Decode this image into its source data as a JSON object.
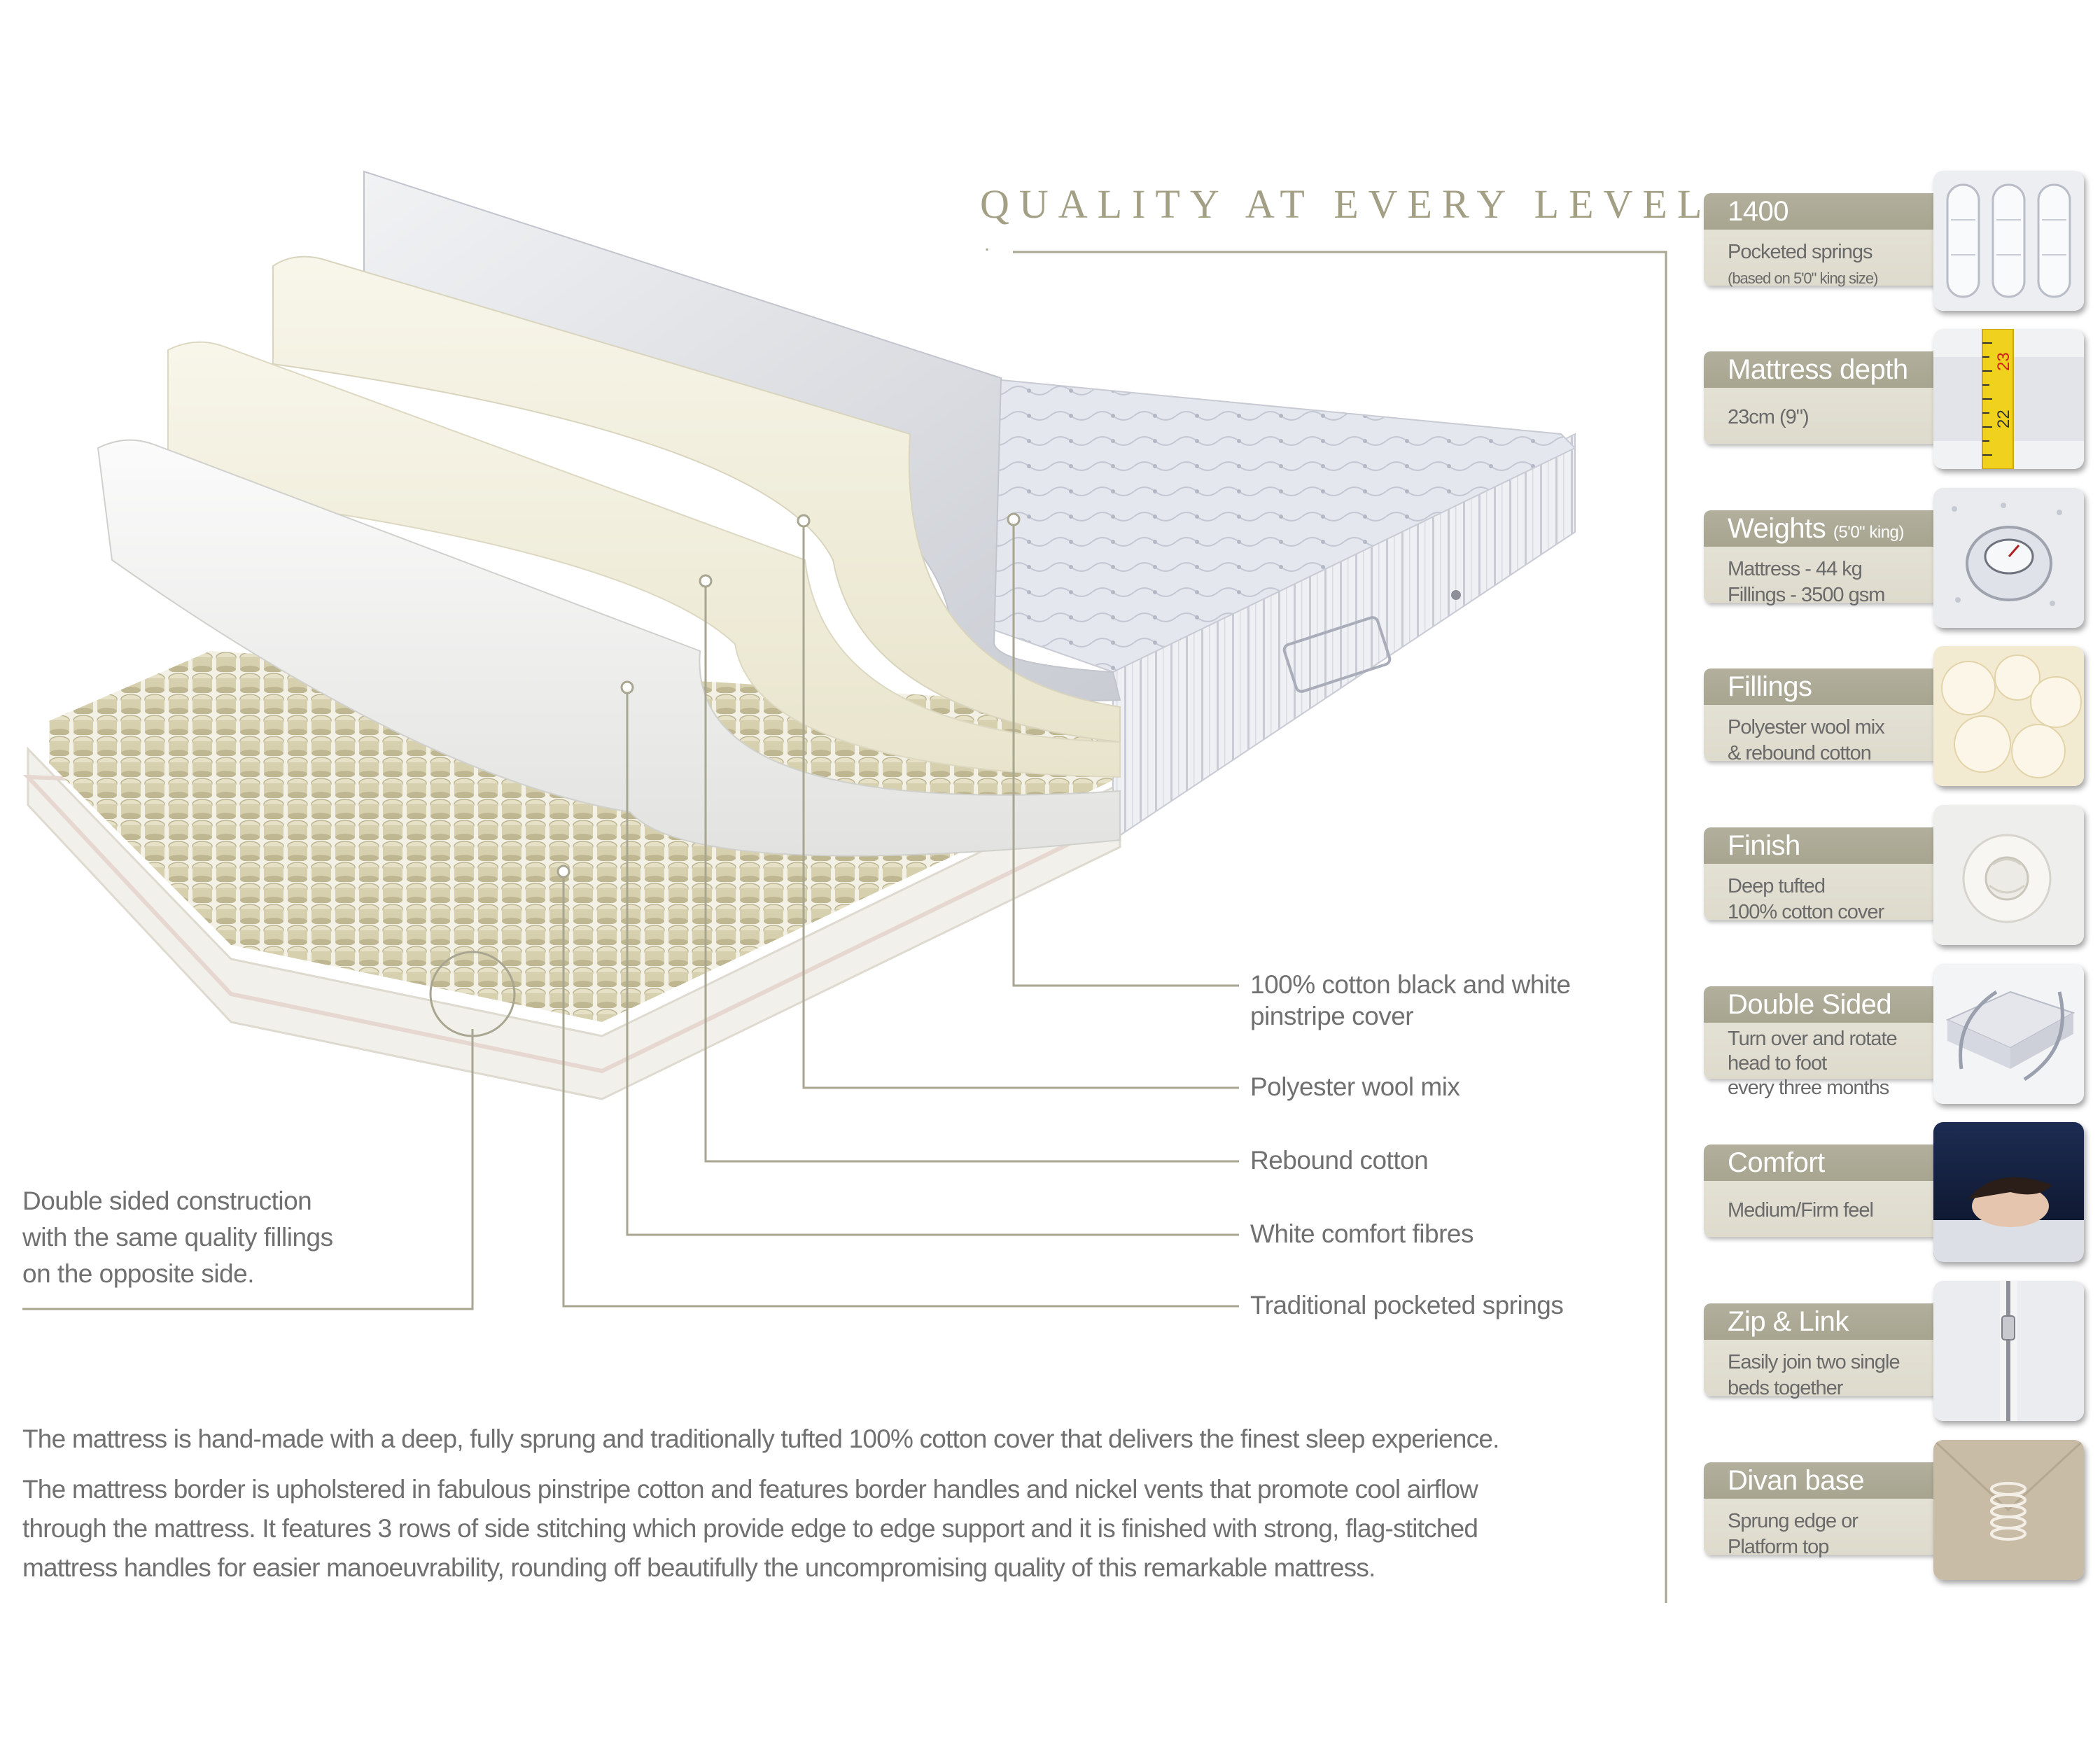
{
  "heading": "QUALITY AT EVERY LEVEL",
  "callouts": {
    "cover": [
      "100% cotton black and white",
      "pinstripe cover"
    ],
    "polyester": "Polyester wool mix",
    "rebound": "Rebound cotton",
    "white": "White comfort fibres",
    "springs": "Traditional pocketed springs"
  },
  "double_sided_note": [
    "Double sided construction",
    "with the same quality fillings",
    "on the opposite side."
  ],
  "description": {
    "p1": "The mattress is hand-made with a deep, fully sprung and  traditionally tufted 100% cotton  cover that delivers the finest sleep experience.",
    "p2_lines": [
      "The mattress border is upholstered in fabulous pinstripe cotton and features border handles and nickel vents that promote cool airflow",
      "through the mattress. It features 3 rows of side stitching which provide edge to edge support and it is finished with strong, flag-stitched",
      "mattress handles for easier manoeuvrability, rounding off beautifully the uncompromising quality of this remarkable mattress."
    ]
  },
  "features": [
    {
      "title": "1400",
      "title_note": "",
      "lines": [
        "Pocketed springs"
      ],
      "small_line": "(based on 5'0\" king size)",
      "icon": "pocket-springs-icon"
    },
    {
      "title": "Mattress depth",
      "title_note": "",
      "lines": [
        "23cm (9\")"
      ],
      "small_line": "",
      "icon": "tape-measure-icon",
      "tape_marks": [
        "23",
        "22"
      ]
    },
    {
      "title": "Weights",
      "title_note": "(5'0\" king)",
      "lines": [
        "Mattress - 44 kg",
        "Fillings - 3500 gsm"
      ],
      "small_line": "",
      "icon": "scale-icon"
    },
    {
      "title": "Fillings",
      "title_note": "",
      "lines": [
        "Polyester wool mix",
        "& rebound cotton"
      ],
      "small_line": "",
      "icon": "wool-icon"
    },
    {
      "title": "Finish",
      "title_note": "",
      "lines": [
        "Deep tufted",
        "100% cotton cover"
      ],
      "small_line": "",
      "icon": "tuft-icon"
    },
    {
      "title": "Double Sided",
      "title_note": "",
      "lines": [
        "Turn over and rotate",
        "head to foot",
        "every three months"
      ],
      "small_line": "",
      "icon": "rotate-mattress-icon"
    },
    {
      "title": "Comfort",
      "title_note": "",
      "lines": [
        "Medium/Firm feel"
      ],
      "small_line": "",
      "icon": "sleeper-icon"
    },
    {
      "title": "Zip & Link",
      "title_note": "",
      "lines": [
        "Easily join two single",
        "beds together"
      ],
      "small_line": "",
      "icon": "zip-icon"
    },
    {
      "title": "Divan base",
      "title_note": "",
      "lines": [
        "Sprung edge or",
        "Platform top"
      ],
      "small_line": "",
      "icon": "spring-base-icon"
    }
  ],
  "colors": {
    "accent": "#a29f85",
    "card_tab": "#aeac98",
    "card_body": "#e3e1d4",
    "text": "#707070",
    "spring": "#cfc9a7",
    "line": "#a8a690"
  }
}
